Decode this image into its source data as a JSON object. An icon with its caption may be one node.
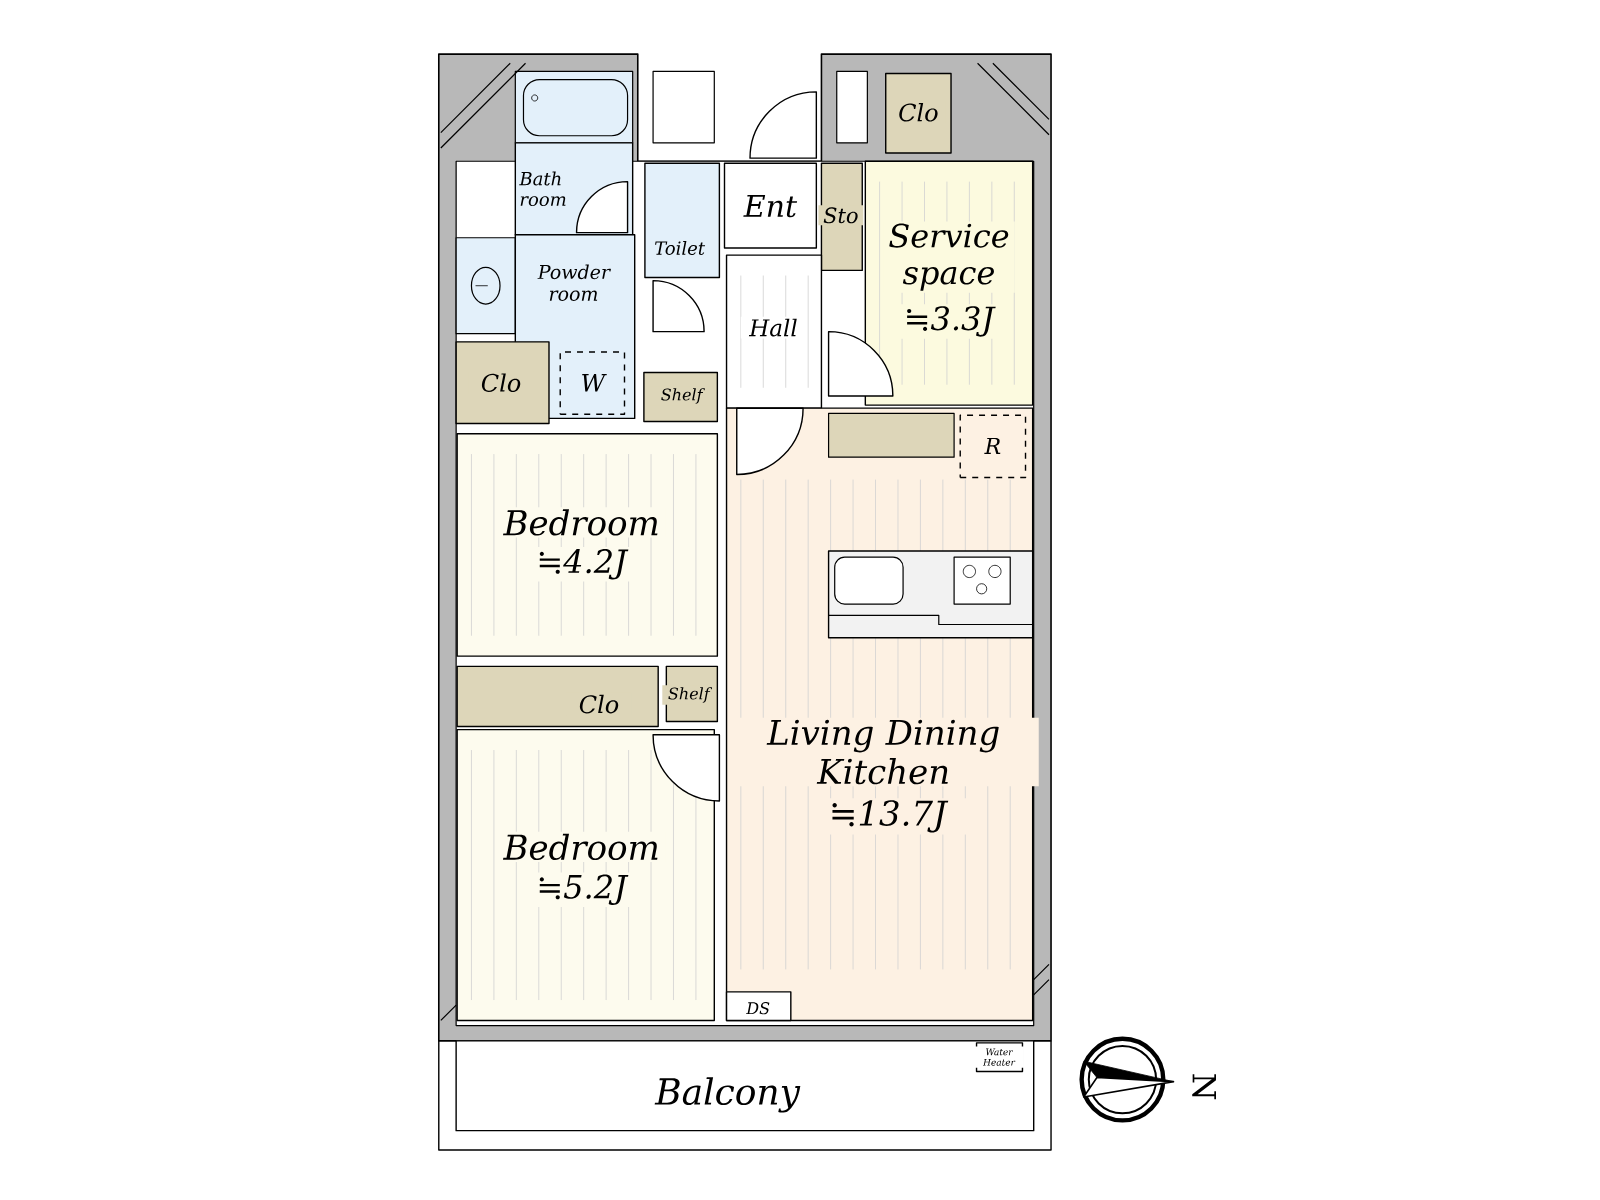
{
  "diagram": {
    "nodes": [
      {
        "text": [
          "Bath room"
        ]
      },
      {
        "text": [
          "Powder room"
        ]
      },
      {
        "text": [
          "Toilet"
        ]
      },
      {
        "text": [
          "Ent"
        ]
      },
      {
        "text": [
          "Sto"
        ]
      },
      {
        "text": [
          "Clo"
        ]
      },
      {
        "text": [
          "Service space",
          "≒3.3J"
        ]
      },
      {
        "text": [
          "Hall"
        ]
      },
      {
        "text": [
          "Clo"
        ]
      },
      {
        "text": [
          "W"
        ],
        "in": 1
      },
      {
        "text": [
          "Shelf"
        ]
      },
      {
        "text": [
          "Living Dining Kitchen",
          "≒13.7J"
        ]
      },
      {
        "text": [
          "R"
        ],
        "in": 11
      },
      {
        "text": [
          "Bedroom",
          "≒4.2J"
        ]
      },
      {
        "text": [
          "Clo"
        ]
      },
      {
        "text": [
          "Shelf"
        ]
      },
      {
        "text": [
          "Bedroom",
          "≒5.2J"
        ]
      },
      {
        "text": [
          "DS"
        ],
        "in": 11
      },
      {
        "text": [
          "Balcony"
        ]
      },
      {
        "text": [
          "Water Heater"
        ],
        "in": 18
      }
    ],
    "edges": [],
    "labels": [
      "N"
    ]
  }
}
